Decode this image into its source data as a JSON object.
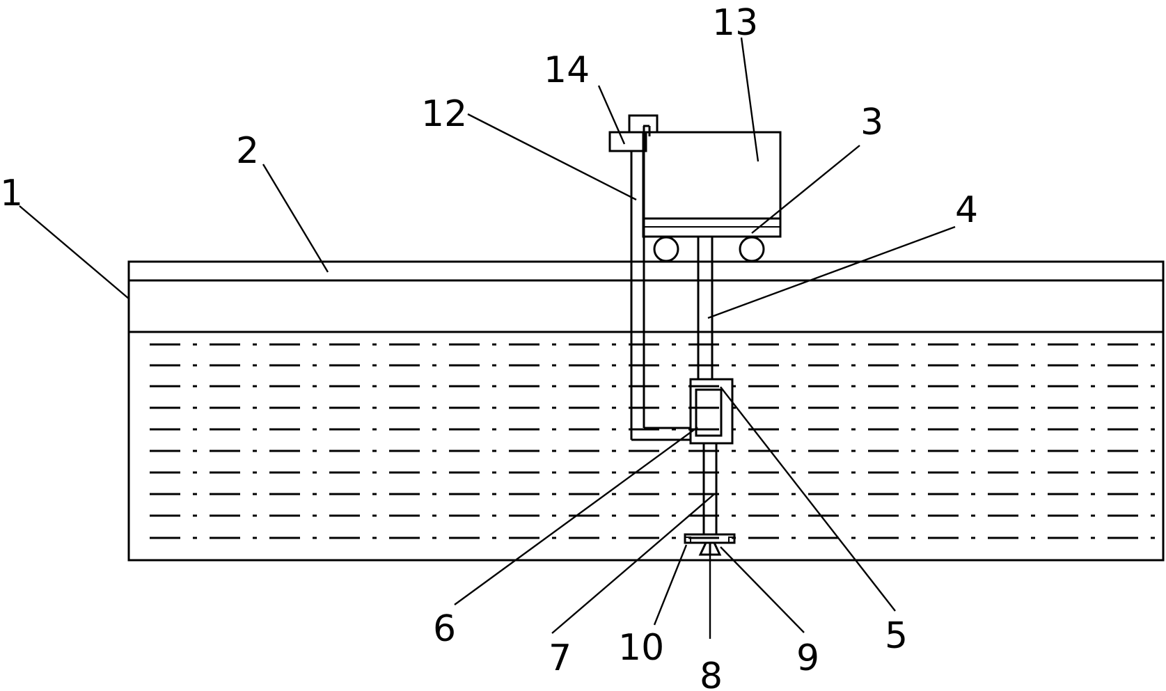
{
  "figure": {
    "labels": [
      {
        "id": "pit-body",
        "text": "1"
      },
      {
        "id": "rail",
        "text": "2"
      },
      {
        "id": "carriage",
        "text": "3"
      },
      {
        "id": "upper-rod",
        "text": "4"
      },
      {
        "id": "housing",
        "text": "5"
      },
      {
        "id": "motor",
        "text": "6"
      },
      {
        "id": "lower-shaft",
        "text": "7"
      },
      {
        "id": "stem",
        "text": "8"
      },
      {
        "id": "nozzle-right",
        "text": "9"
      },
      {
        "id": "nozzle-left",
        "text": "10"
      },
      {
        "id": "cable",
        "text": "12"
      },
      {
        "id": "control-box",
        "text": "13"
      },
      {
        "id": "switch",
        "text": "14"
      }
    ]
  }
}
